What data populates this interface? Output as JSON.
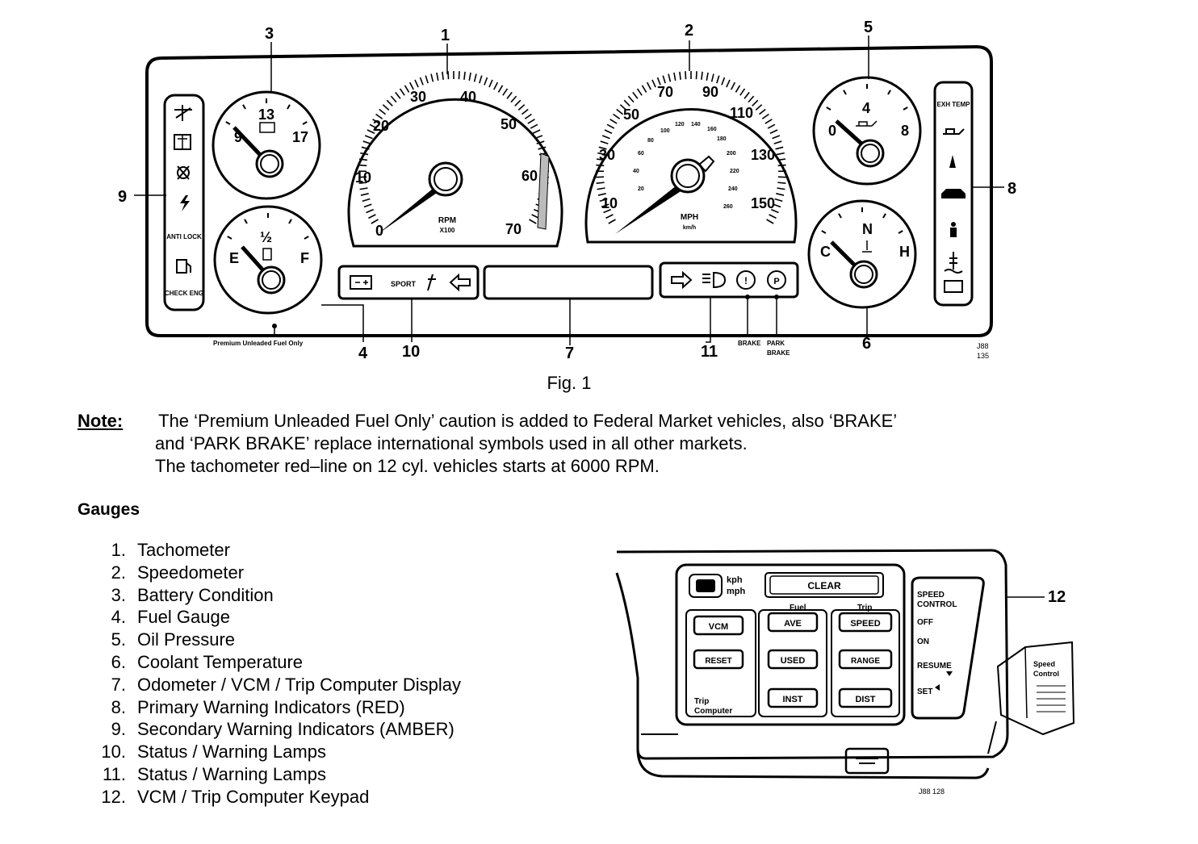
{
  "figure": {
    "callouts": {
      "c1": "1",
      "c2": "2",
      "c3": "3",
      "c4": "4",
      "c5": "5",
      "c6": "6",
      "c7": "7",
      "c8": "8",
      "c9": "9",
      "c10": "10",
      "c11": "11"
    },
    "tachometer": {
      "ticks": [
        "0",
        "10",
        "20",
        "30",
        "40",
        "50",
        "60",
        "70"
      ],
      "label": "RPM",
      "sublabel": "X100"
    },
    "speedometer": {
      "mph_ticks": [
        "10",
        "30",
        "50",
        "70",
        "90",
        "110",
        "130",
        "150"
      ],
      "kmh_ticks": [
        "20",
        "40",
        "60",
        "80",
        "100",
        "120",
        "140",
        "160",
        "180",
        "200",
        "220",
        "240",
        "260"
      ],
      "label": "MPH",
      "sublabel": "km/h"
    },
    "battery_gauge": {
      "low": "9",
      "mid": "13",
      "high": "17"
    },
    "fuel_gauge": {
      "empty": "E",
      "half": "½",
      "full": "F"
    },
    "oil_gauge": {
      "low": "0",
      "mid": "4",
      "high": "8"
    },
    "temp_gauge": {
      "cold": "C",
      "mid": "N",
      "hot": "H"
    },
    "secondary_panel": {
      "anti_lock": "ANTI LOCK",
      "check_engine": "CHECK ENG"
    },
    "primary_panel": {
      "exh_temp": "EXH TEMP"
    },
    "status_lamps_left": {
      "sport": "SPORT"
    },
    "labels": {
      "premium": "Premium Unleaded Fuel Only",
      "brake": "BRAKE",
      "park_brake": "PARK BRAKE"
    },
    "drawing_ref": "J88 135",
    "caption": "Fig. 1"
  },
  "note": {
    "label": "Note",
    "lines": [
      "The ‘Premium Unleaded Fuel Only’ caution is added to Federal Market vehicles, also ‘BRAKE’",
      "and ‘PARK BRAKE’ replace international symbols used in all other markets.",
      "The tachometer red–line on 12 cyl. vehicles starts at 6000 RPM."
    ]
  },
  "gauges": {
    "heading": "Gauges",
    "items": [
      {
        "num": "1.",
        "label": "Tachometer"
      },
      {
        "num": "2.",
        "label": "Speedometer"
      },
      {
        "num": "3.",
        "label": "Battery Condition"
      },
      {
        "num": "4.",
        "label": "Fuel Gauge"
      },
      {
        "num": "5.",
        "label": "Oil Pressure"
      },
      {
        "num": "6.",
        "label": "Coolant Temperature"
      },
      {
        "num": "7.",
        "label": "Odometer / VCM / Trip Computer Display"
      },
      {
        "num": "8.",
        "label": "Primary Warning Indicators (RED)"
      },
      {
        "num": "9.",
        "label": "Secondary Warning Indicators (AMBER)"
      },
      {
        "num": "10.",
        "label": "Status / Warning Lamps"
      },
      {
        "num": "11.",
        "label": "Status / Warning Lamps"
      },
      {
        "num": "12.",
        "label": "VCM / Trip Computer Keypad"
      }
    ]
  },
  "keypad": {
    "callout": "12",
    "kph": "kph",
    "mph": "mph",
    "clear": "CLEAR",
    "fuel": "Fuel",
    "trip": "Trip",
    "vcm": "VCM",
    "reset": "RESET",
    "trip_computer_1": "Trip",
    "trip_computer_2": "Computer",
    "ave": "AVE",
    "used": "USED",
    "inst": "INST",
    "speed": "SPEED",
    "range": "RANGE",
    "dist": "DIST",
    "speed_control_1": "SPEED",
    "speed_control_2": "CONTROL",
    "off": "OFF",
    "on": "ON",
    "resume": "RESUME",
    "set": "SET",
    "lever_1": "Speed",
    "lever_2": "Control",
    "drawing_ref": "J88 128"
  }
}
